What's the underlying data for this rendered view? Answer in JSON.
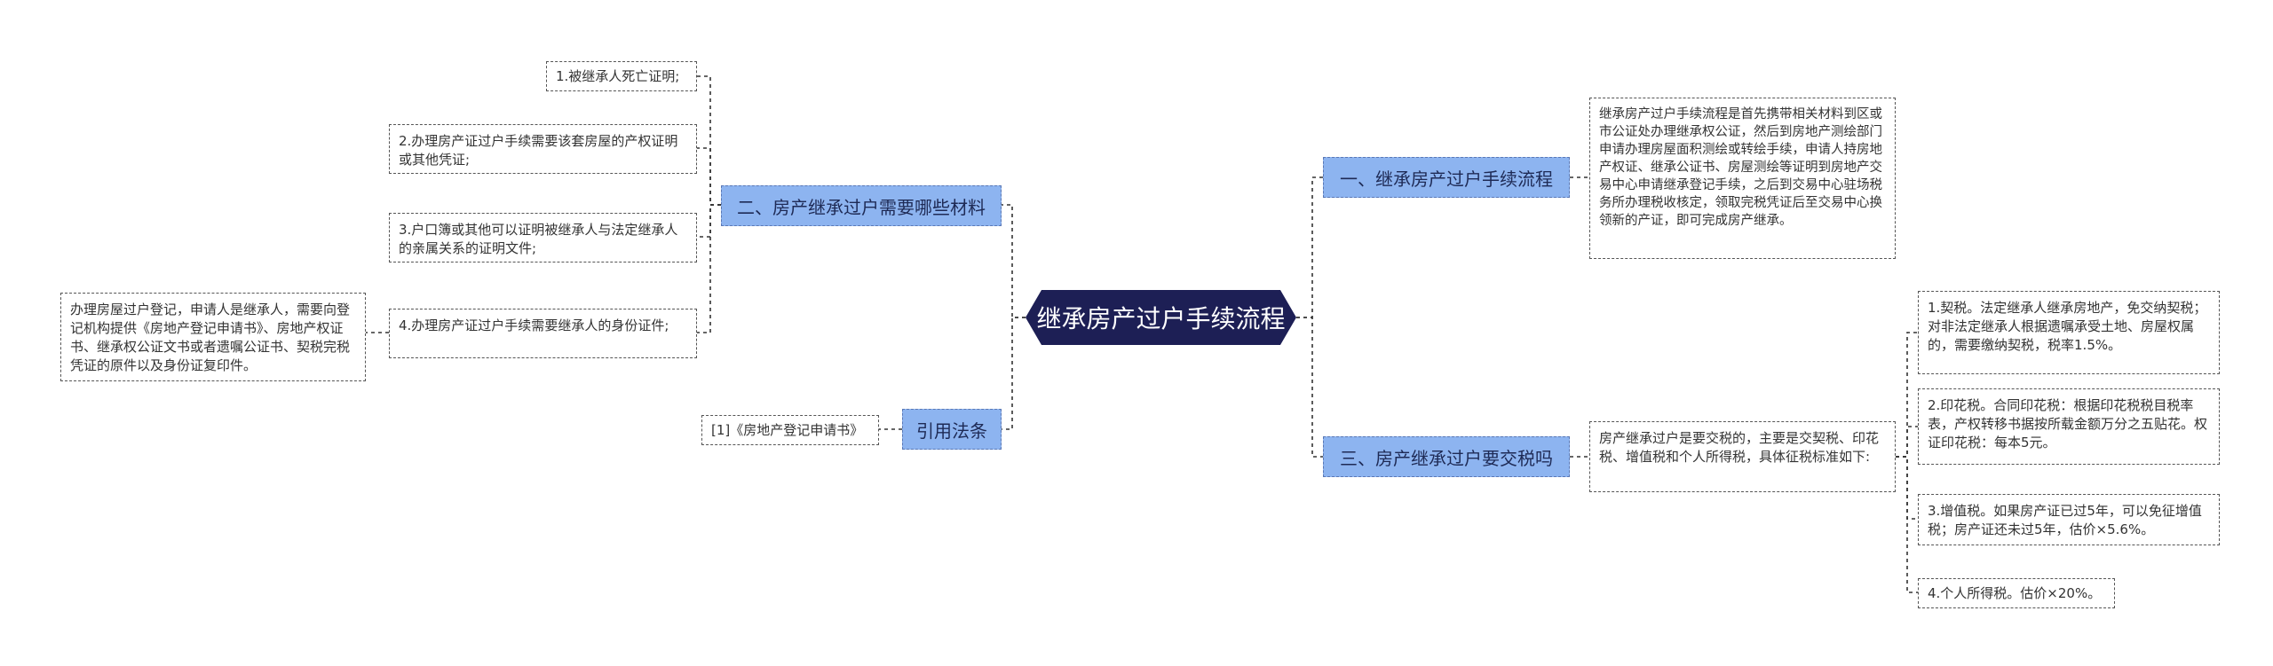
{
  "root": {
    "title": "继承房产过户手续流程"
  },
  "branches": {
    "b1": {
      "label": "一、继承房产过户手续流程",
      "text": "继承房产过户手续流程是首先携带相关材料到区或市公证处办理继承权公证，然后到房地产测绘部门申请办理房屋面积测绘或转绘手续，申请人持房地产权证、继承公证书、房屋测绘等证明到房地产交易中心申请继承登记手续，之后到交易中心驻场税务所办理税收核定，领取完税凭证后至交易中心换领新的产证，即可完成房产继承。"
    },
    "b2": {
      "label": "二、房产继承过户需要哪些材料",
      "items": [
        "1.被继承人死亡证明;",
        "2.办理房产证过户手续需要该套房屋的产权证明或其他凭证;",
        "3.户口簿或其他可以证明被继承人与法定继承人的亲属关系的证明文件;",
        "4.办理房产证过户手续需要继承人的身份证件;"
      ],
      "item4_note": "办理房屋过户登记，申请人是继承人，需要向登记机构提供《房地产登记申请书》、房地产权证书、继承权公证文书或者遗嘱公证书、契税完税凭证的原件以及身份证复印件。"
    },
    "b3": {
      "label": "三、房产继承过户要交税吗",
      "text": "房产继承过户是要交税的，主要是交契税、印花税、增值税和个人所得税，具体征税标准如下:",
      "items": [
        "1.契税。法定继承人继承房地产，免交纳契税；对非法定继承人根据遗嘱承受土地、房屋权属的，需要缴纳契税，税率1.5%。",
        "2.印花税。合同印花税：根据印花税税目税率表，产权转移书据按所载金额万分之五贴花。权证印花税：每本5元。",
        "3.增值税。如果房产证已过5年，可以免征增值税；房产证还未过5年，估价×5.6%。",
        "4.个人所得税。估价×20%。"
      ]
    },
    "b4": {
      "label": "引用法条",
      "items": [
        "[1]《房地产登记申请书》"
      ]
    }
  }
}
